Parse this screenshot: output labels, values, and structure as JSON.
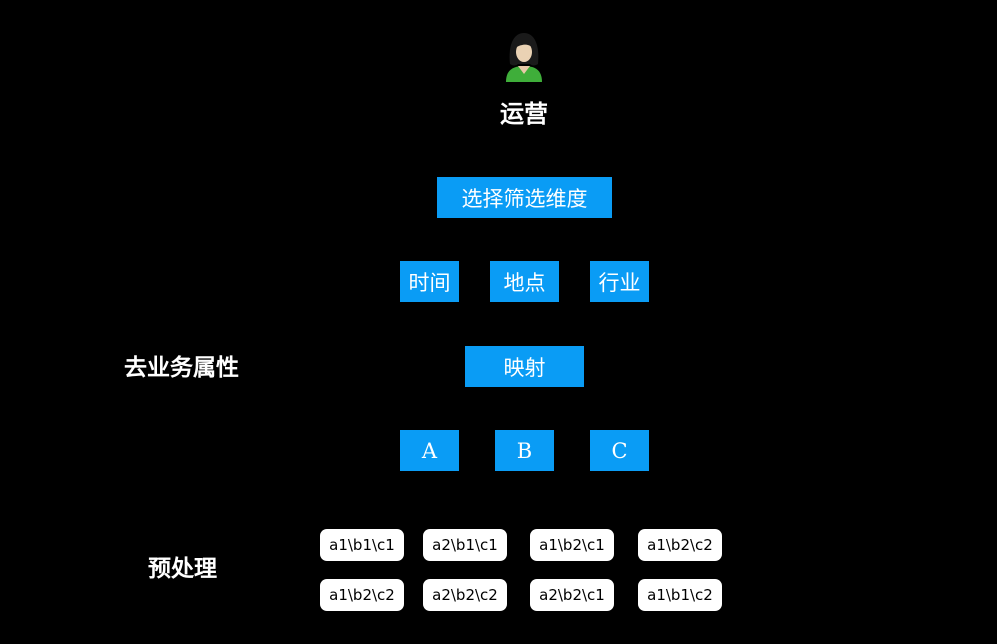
{
  "role": {
    "icon": "user-female-icon",
    "label": "运营"
  },
  "step_select": "选择筛选维度",
  "dimensions": [
    "时间",
    "地点",
    "行业"
  ],
  "step_map": "映射",
  "mapped": [
    "A",
    "B",
    "C"
  ],
  "side_labels": {
    "remove_attr": "去业务属性",
    "preprocess": "预处理"
  },
  "preprocessed": {
    "row1": [
      "a1\\b1\\c1",
      "a2\\b1\\c1",
      "a1\\b2\\c1",
      "a1\\b2\\c2"
    ],
    "row2": [
      "a1\\b2\\c2",
      "a2\\b2\\c2",
      "a2\\b2\\c1",
      "a1\\b1\\c2"
    ]
  },
  "colors": {
    "background": "#000000",
    "box": "#0a9cf5",
    "pill": "#ffffff",
    "text": "#ffffff"
  }
}
